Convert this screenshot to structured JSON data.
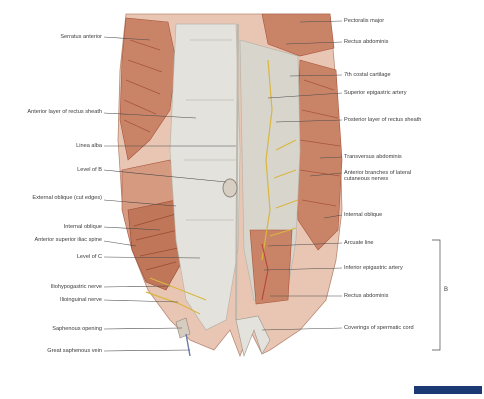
{
  "left_labels": [
    "Serratus anterior",
    "Anterior layer of rectus sheath",
    "Linea alba",
    "Level of B",
    "External oblique (cut edges)",
    "Internal oblique",
    "Anterior superior iliac spine",
    "Level of C",
    "Iliohypogastric nerve",
    "Ilioinguinal nerve",
    "Saphenous opening",
    "Great saphenous vein"
  ],
  "right_labels": [
    "Pectoralis major",
    "Rectus abdominis",
    "7th costal cartilage",
    "Superior epigastric artery",
    "Posterior layer of rectus sheath",
    "Transversus abdominis",
    "Anterior branches of lateral cutaneous nerves",
    "Internal oblique",
    "Arcuate line",
    "Inferior epigastric artery",
    "Rectus abdominis",
    "Coverings of spermatic cord"
  ],
  "bracket_label": "B",
  "colors": {
    "skin": "#e9c6b3",
    "muscle": "#c98468",
    "muscle_dark": "#a8543c",
    "sheath": "#e4e2dc",
    "sheath_shadow": "#cfccc4",
    "nerve": "#d9b640",
    "line": "#4a4a4a",
    "text": "#3a3a3a",
    "logo": "#1b3a73"
  }
}
